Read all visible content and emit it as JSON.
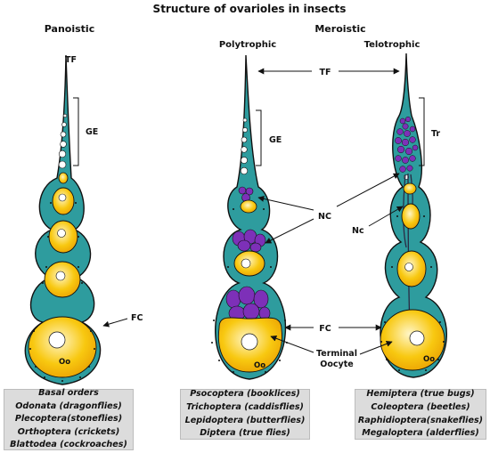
{
  "title": "Structure of ovarioles in insects",
  "headers": {
    "panoistic": "Panoistic",
    "meroistic": "Meroistic",
    "polytrophic": "Polytrophic",
    "telotrophic": "Telotrophic"
  },
  "labels": {
    "tf_left": "TF",
    "tf_center": "TF",
    "ge_left": "GE",
    "ge_mid": "GE",
    "tr": "Tr",
    "nc_mid": "NC",
    "nc_right": "Nc",
    "fc_left": "FC",
    "fc_mid": "FC",
    "terminal_1": "Terminal",
    "terminal_2": "Oocyte",
    "oo_left": "Oo",
    "oo_mid": "Oo",
    "oo_right": "Oo"
  },
  "boxes": {
    "panoistic": [
      "Basal orders",
      "Odonata (dragonflies)",
      "Plecoptera(stoneflies)",
      "Orthoptera (crickets)",
      "Blattodea (cockroaches)"
    ],
    "polytrophic": [
      "Psocoptera (booklices)",
      "Trichoptera (caddisflies)",
      "Lepidoptera (butterflies)",
      "Diptera (true flies)"
    ],
    "telotrophic": [
      "Hemiptera (true bugs)",
      "Coleoptera (beetles)",
      "Raphidioptera(snakeflies)",
      "Megaloptera (alderflies)"
    ]
  },
  "colors": {
    "tissue": "#2e9c9e",
    "oocyte": "#f8c810",
    "nurse": "#7d30b8",
    "outline": "#111111"
  }
}
